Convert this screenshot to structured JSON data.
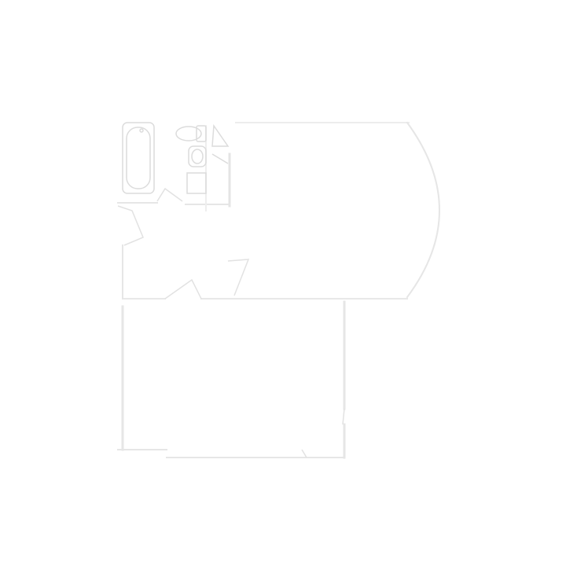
{
  "floorplan": {
    "colors": {
      "background": "#ffffff",
      "wall_light": "#ececec",
      "wall_mid": "#e2e2e2",
      "fixture": "#dedede",
      "door": "#e4e4e4"
    },
    "rooms": [
      "bathroom",
      "upper-room",
      "lower-room"
    ],
    "fixtures": [
      "bathtub",
      "toilet",
      "sink",
      "washing-machine",
      "corner-shelf"
    ],
    "labels": []
  }
}
